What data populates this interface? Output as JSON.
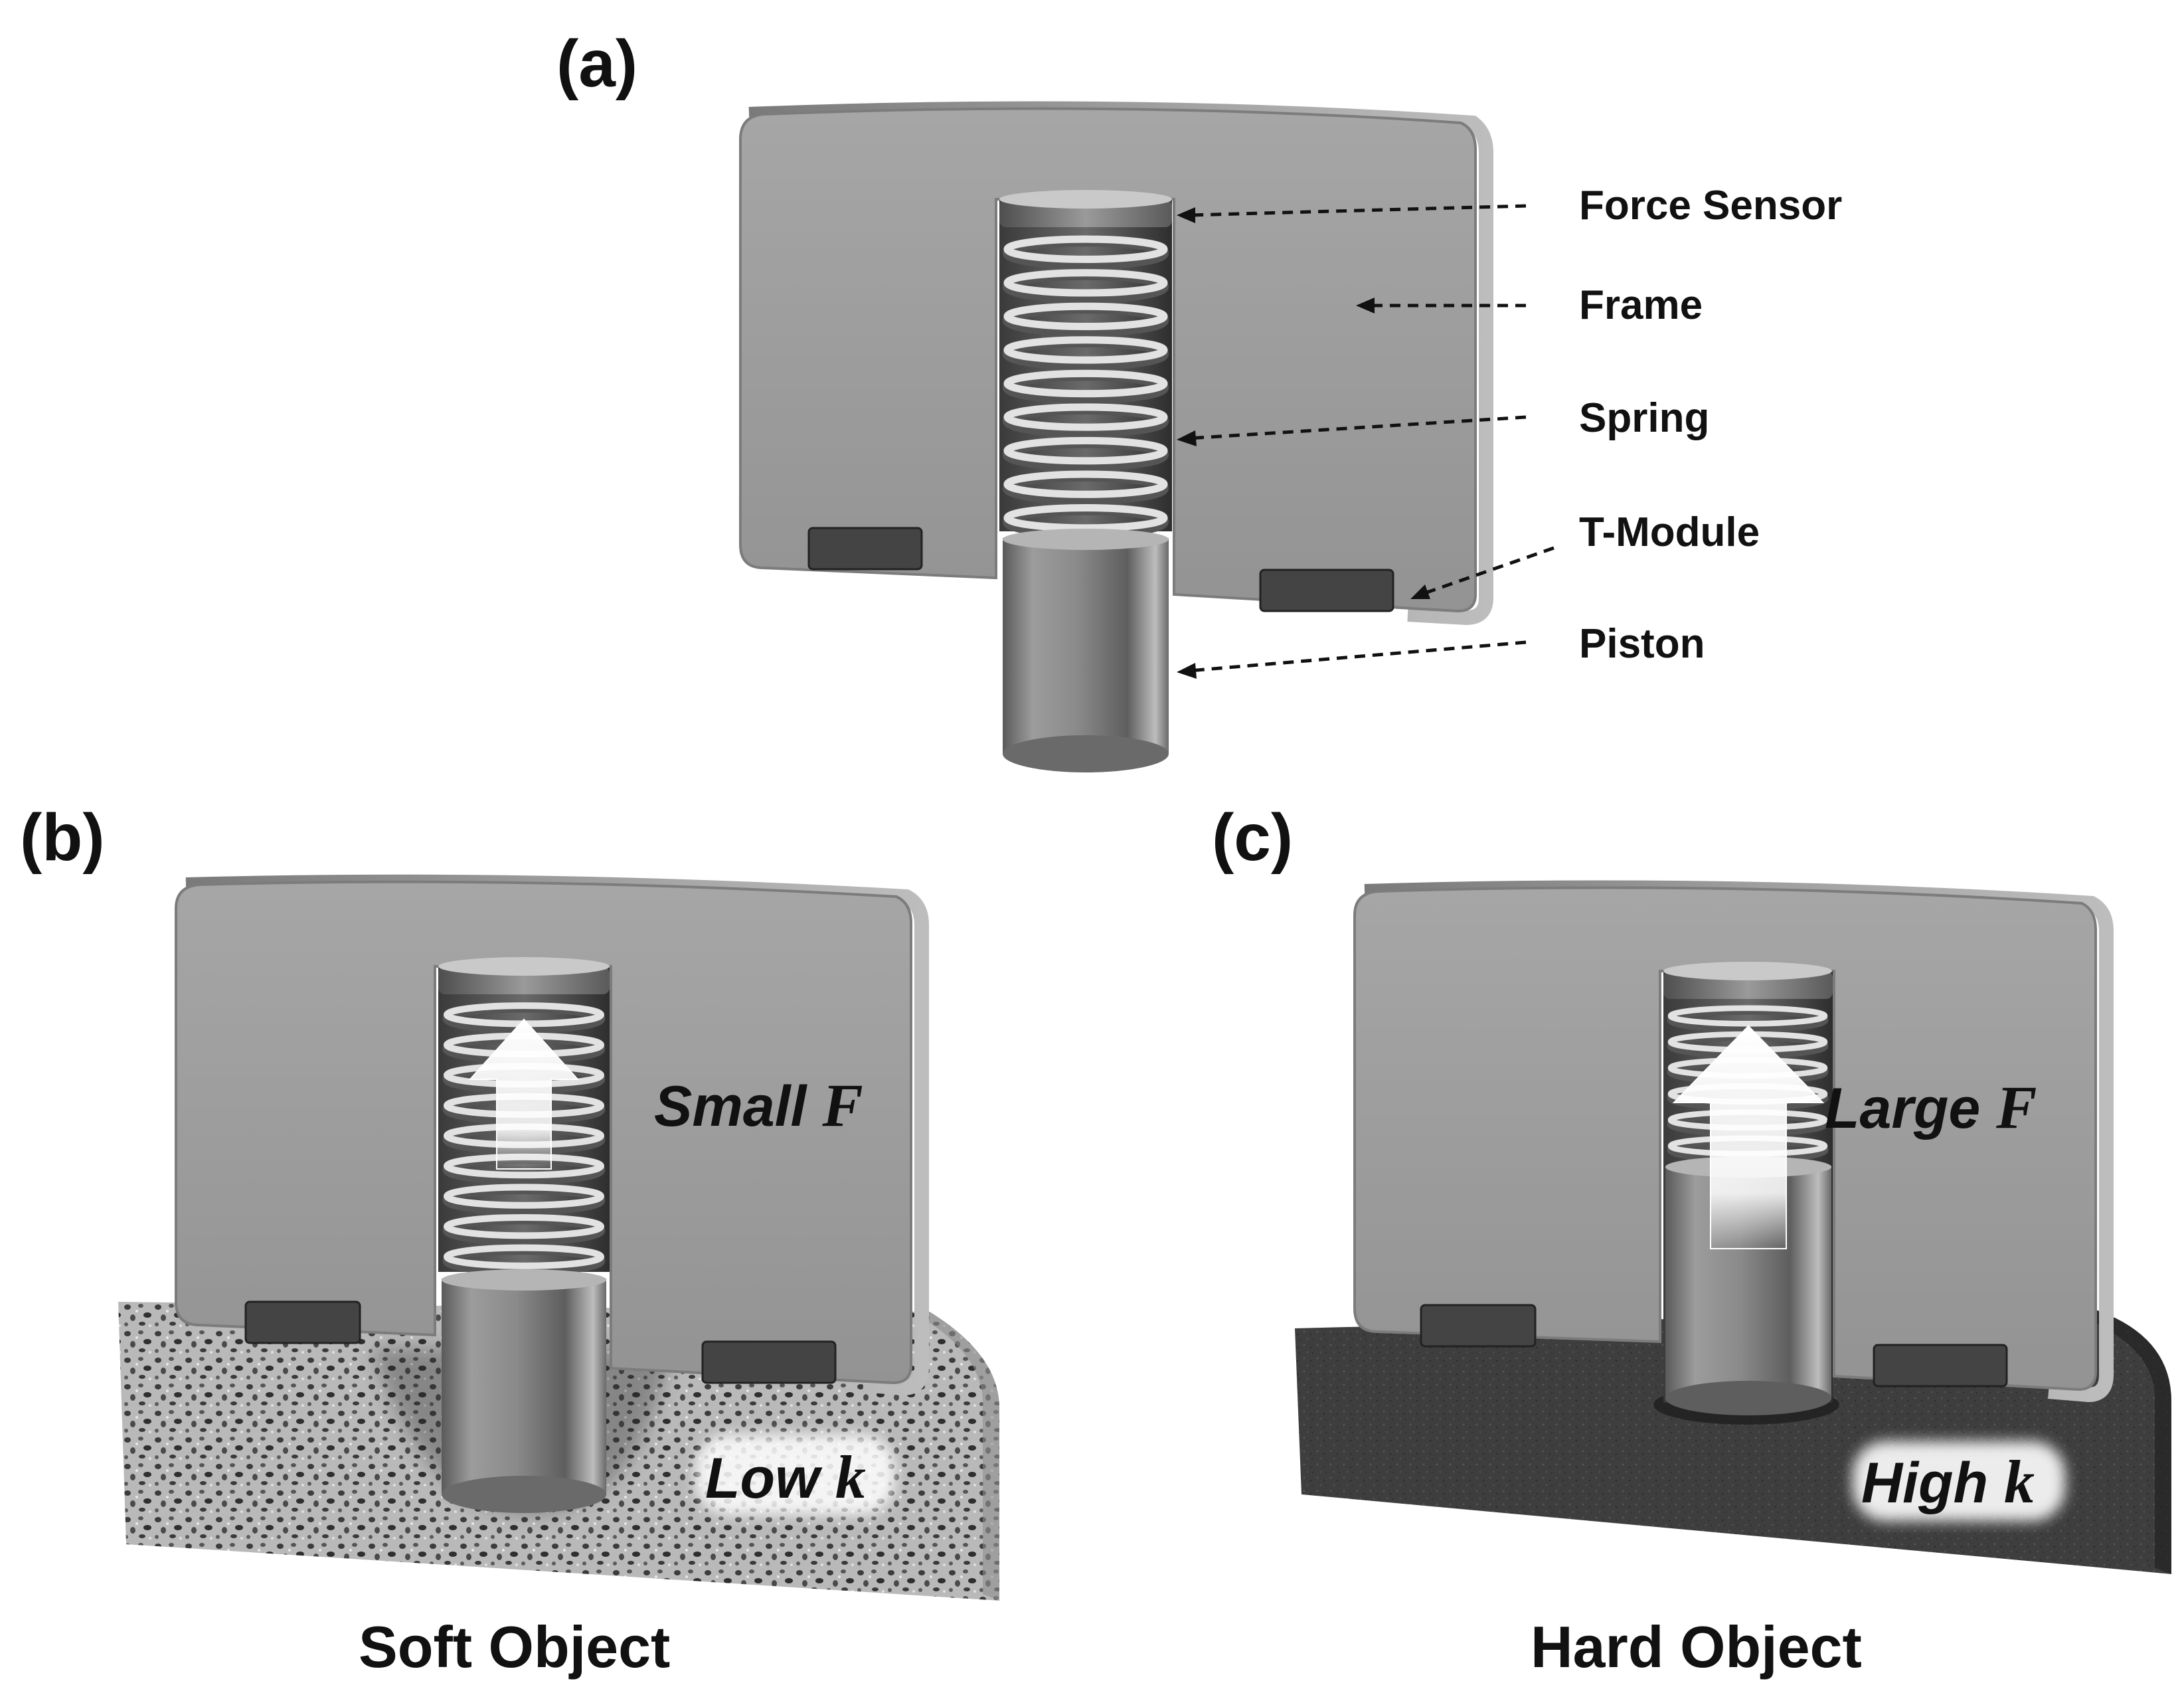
{
  "panels": {
    "a": {
      "label": "(a)"
    },
    "b": {
      "label": "(b)",
      "force_word": "Small ",
      "force_var": "F",
      "stiffness_word": "Low ",
      "stiffness_var": "k",
      "caption": "Soft Object"
    },
    "c": {
      "label": "(c)",
      "force_word": "Large ",
      "force_var": "F",
      "stiffness_word": "High ",
      "stiffness_var": "k",
      "caption": "Hard Object"
    }
  },
  "callouts": [
    {
      "key": "force-sensor",
      "text": "Force Sensor"
    },
    {
      "key": "frame",
      "text": "Frame"
    },
    {
      "key": "spring",
      "text": "Spring"
    },
    {
      "key": "t-module",
      "text": "T-Module"
    },
    {
      "key": "piston",
      "text": "Piston"
    }
  ],
  "colors": {
    "frame": "#9a9a9a",
    "frame_edge": "#6e6e6e",
    "t_module": "#444444",
    "soft_object": "#b8b8b8",
    "hard_object": "#3c3c3c",
    "arrow": "#ffffff"
  }
}
